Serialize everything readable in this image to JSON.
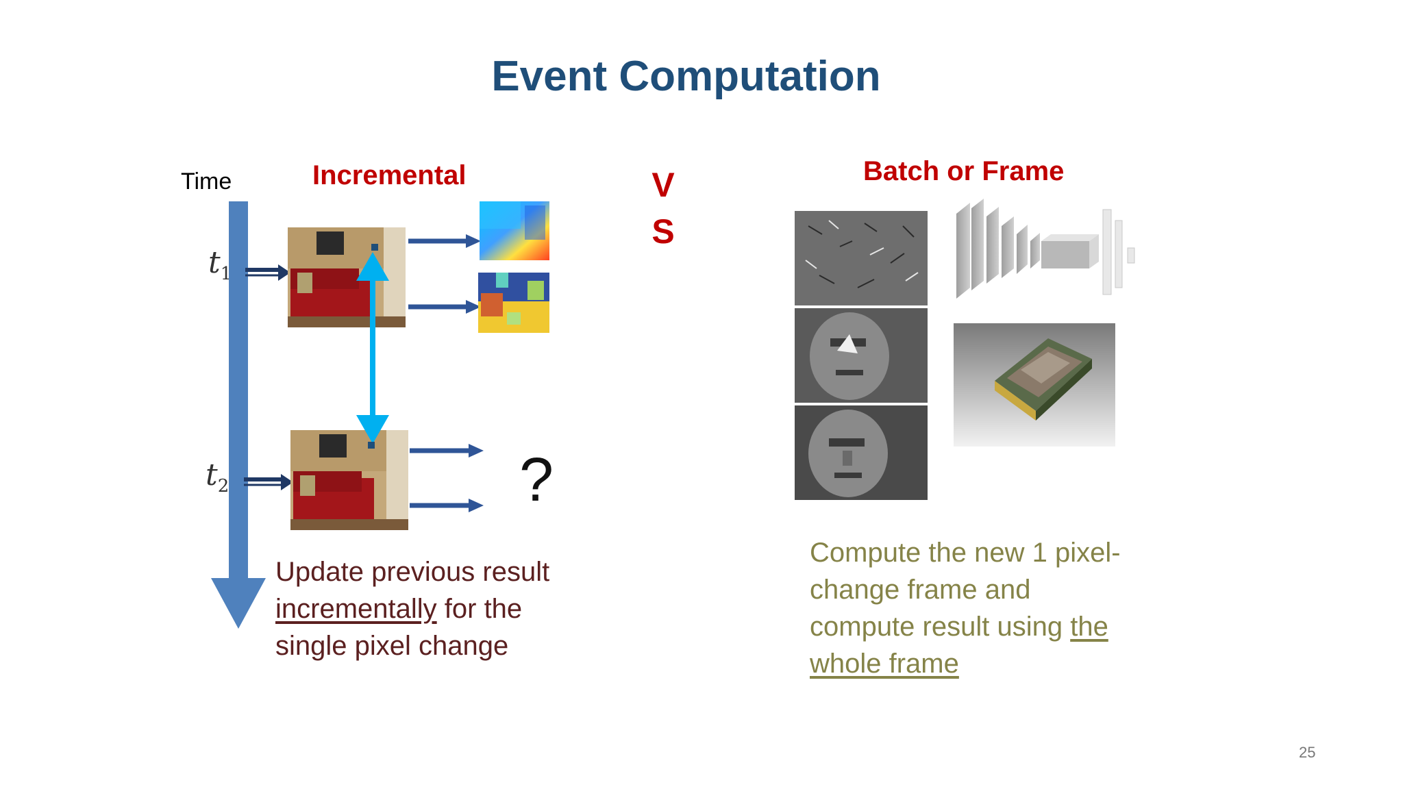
{
  "slide": {
    "title": "Event Computation",
    "page_number": "25"
  },
  "left": {
    "time_label": "Time",
    "heading": "Incremental",
    "t1": "t",
    "t1_sub": "1",
    "t2": "t",
    "t2_sub": "2",
    "question_mark": "?",
    "description": {
      "line1": "Update previous result",
      "underlined": "incrementally",
      "line2_rest": " for the",
      "line3": "single pixel change"
    }
  },
  "vs": {
    "v": "V",
    "s": "S"
  },
  "right": {
    "heading": "Batch or Frame",
    "description": {
      "line1": "Compute the new 1 pixel-",
      "line2": "change frame and",
      "line3_plain": "compute result using ",
      "line3_underlined": "the",
      "line4_underlined": "whole frame"
    }
  },
  "colors": {
    "title": "#1f4e79",
    "heading_red": "#c00000",
    "timeline": "#4f81bd",
    "arrow_dark": "#2f5597",
    "arrow_cyan": "#00b0f0",
    "left_text": "#5b2020",
    "right_text": "#858348"
  }
}
